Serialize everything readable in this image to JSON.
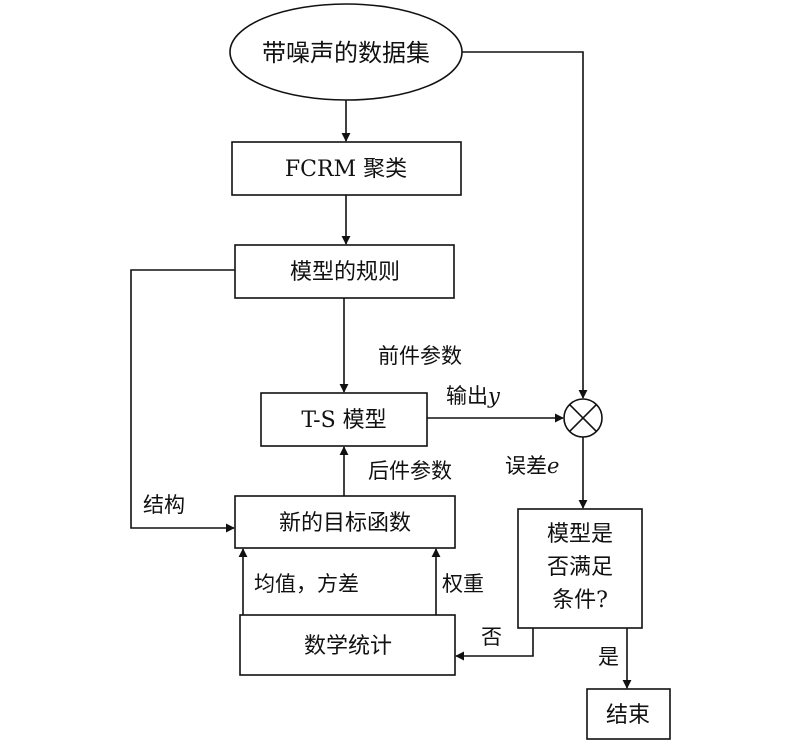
{
  "nodes": {
    "dataset": "带噪声的数据集",
    "fcrm": "FCRM 聚类",
    "rules": "模型的规则",
    "ts_model": "T-S 模型",
    "objective": "新的目标函数",
    "statistics": "数学统计",
    "condition_line1": "模型是",
    "condition_line2": "否满足",
    "condition_line3": "条件?",
    "end": "结束"
  },
  "edge_labels": {
    "premise_params": "前件参数",
    "output_prefix": "输出",
    "output_var": "y",
    "consequent_params": "后件参数",
    "error_prefix": "误差",
    "error_var": "e",
    "structure": "结构",
    "mean_variance": "均值，方差",
    "weights": "权重",
    "no": "否",
    "yes": "是"
  },
  "symbols": {
    "comparator": "circle-x-icon"
  }
}
